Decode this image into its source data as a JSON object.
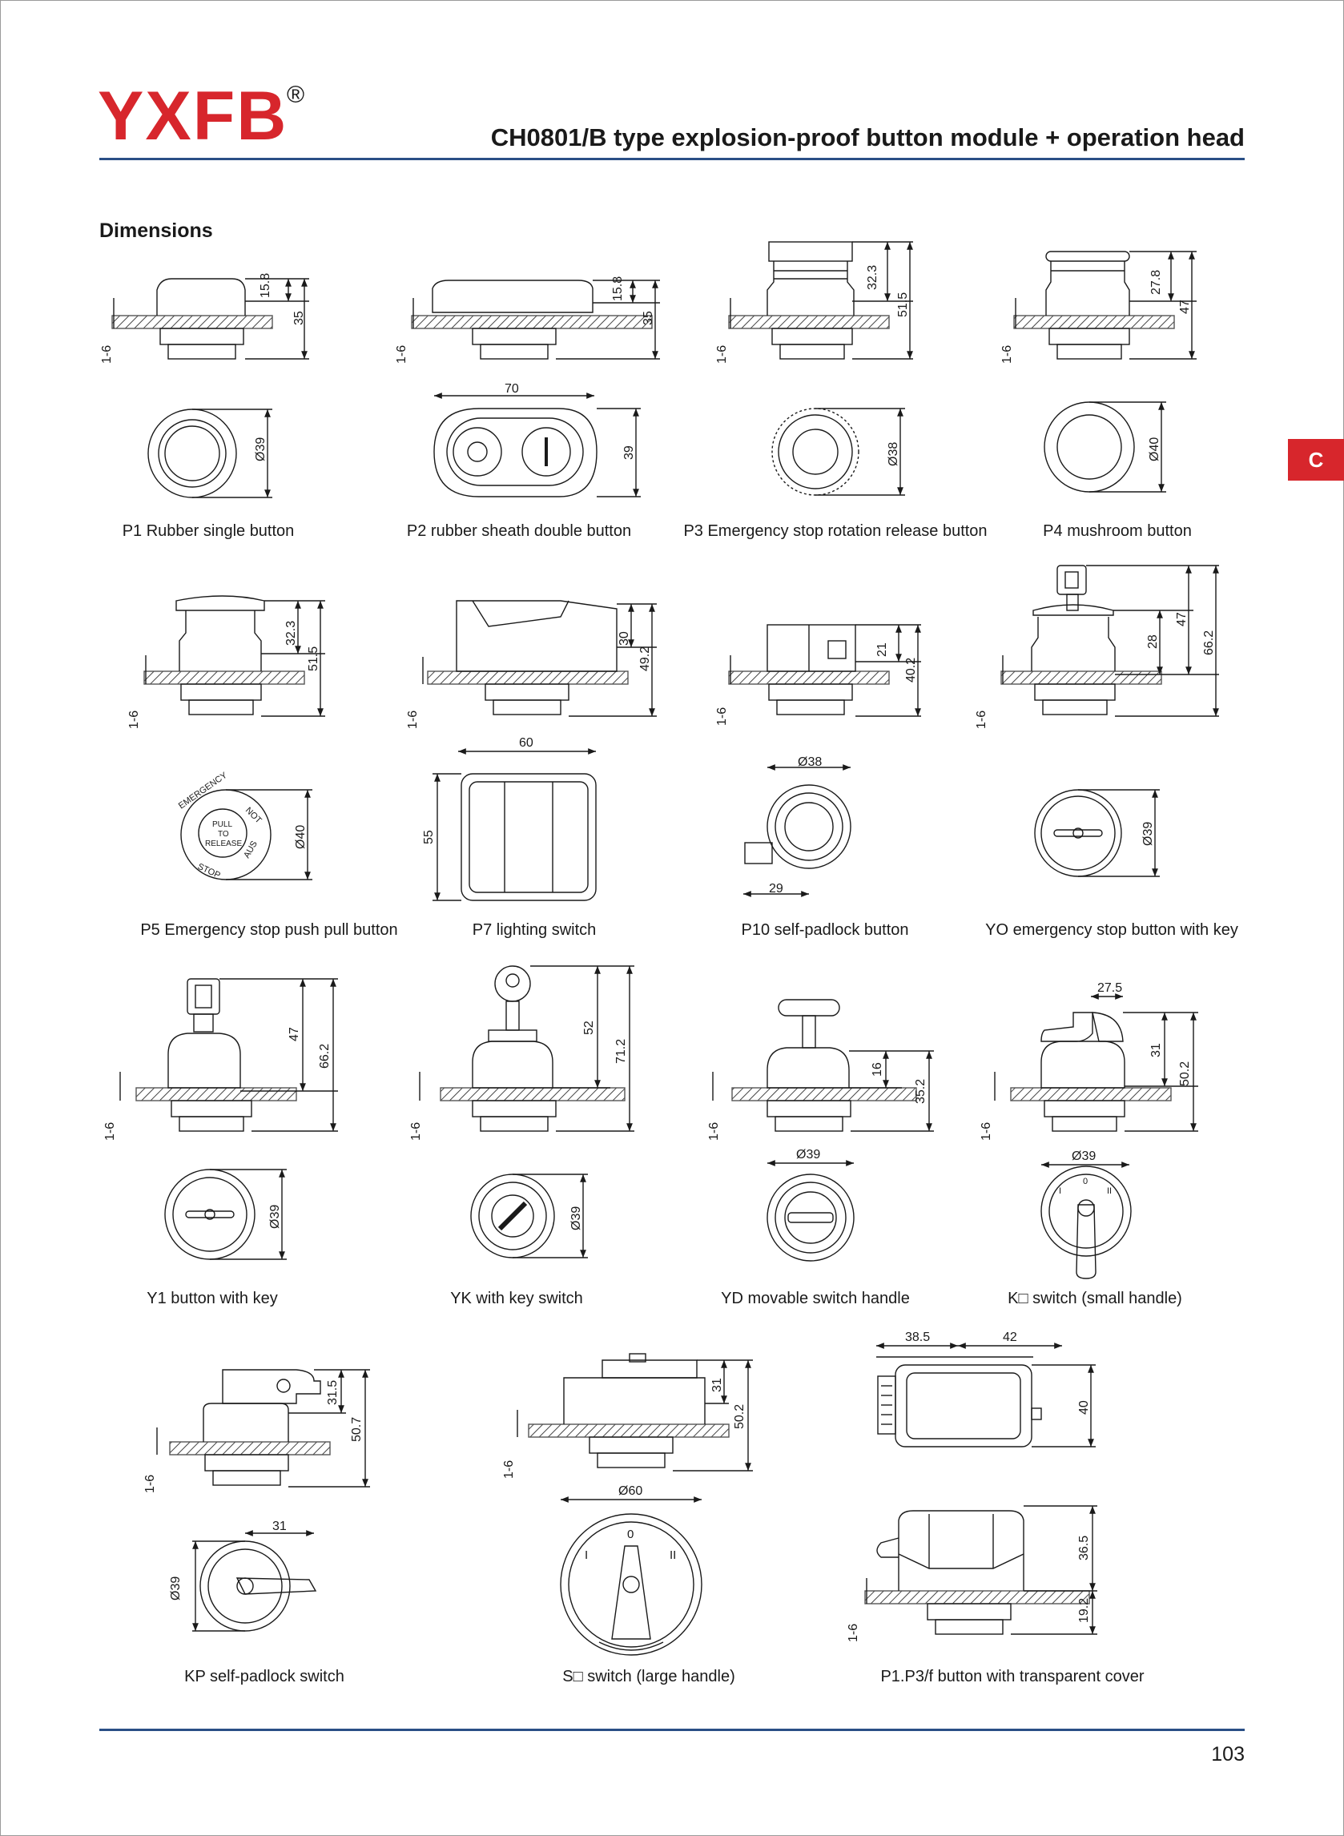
{
  "header": {
    "logo_text": "YXFB",
    "logo_mark": "®",
    "title": "CH0801/B type explosion-proof button module + operation head"
  },
  "section": {
    "heading": "Dimensions"
  },
  "side_tab": {
    "label": "C"
  },
  "captions": {
    "p1": "P1 Rubber single button",
    "p2": "P2 rubber sheath double button",
    "p3": "P3 Emergency stop rotation release button",
    "p4": "P4 mushroom button",
    "p5": "P5 Emergency stop push pull button",
    "p7": "P7 lighting switch",
    "p10": "P10 self-padlock button",
    "yo": "YO emergency stop button with key",
    "y1": "Y1 button with key",
    "yk": "YK with key switch",
    "yd": "YD movable switch handle",
    "k": "K□   switch (small handle)",
    "kp": "KP self-padlock switch",
    "s": "S□   switch (large handle)",
    "p1p3f": "P1.P3/f button with transparent cover"
  },
  "dims": {
    "p1_top": "15.8",
    "p1_h": "35",
    "p1_t": "1-6",
    "p1_d": "Ø39",
    "p2_top": "15.8",
    "p2_h": "35",
    "p2_t": "1-6",
    "p2_w": "70",
    "p2_d": "39",
    "p3_top": "32.3",
    "p3_h": "51.5",
    "p3_t": "1-6",
    "p3_d": "Ø38",
    "p4_top": "27.8",
    "p4_h": "47",
    "p4_t": "1-6",
    "p4_d": "Ø40",
    "p5_top": "32.3",
    "p5_h": "51.5",
    "p5_t": "1-6",
    "p5_d": "Ø40",
    "p7_top": "30",
    "p7_h": "49.2",
    "p7_t": "1-6",
    "p7_w": "60",
    "p7_d": "55",
    "p10_top": "21",
    "p10_h": "40.2",
    "p10_t": "1-6",
    "p10_d": "Ø38",
    "p10_w": "29",
    "yo_a": "28",
    "yo_b": "47",
    "yo_c": "66.2",
    "yo_t": "1-6",
    "yo_d": "Ø39",
    "y1_a": "47",
    "y1_b": "66.2",
    "y1_t": "1-6",
    "y1_d": "Ø39",
    "yk_a": "52",
    "yk_b": "71.2",
    "yk_t": "1-6",
    "yk_d": "Ø39",
    "yd_a": "16",
    "yd_b": "35.2",
    "yd_t": "1-6",
    "yd_d": "Ø39",
    "k_w": "27.5",
    "k_a": "31",
    "k_b": "50.2",
    "k_t": "1-6",
    "k_d": "Ø39",
    "kp_a": "31.5",
    "kp_b": "50.7",
    "kp_t": "1-6",
    "kp_w": "31",
    "kp_d": "Ø39",
    "s_a": "31",
    "s_b": "50.2",
    "s_t": "1-6",
    "s_d": "Ø60",
    "f_w1": "38.5",
    "f_w2": "42",
    "f_h": "40",
    "f_a": "36.5",
    "f_b": "19.2",
    "f_t": "1-6"
  },
  "stamp_text": {
    "pull": "PULL",
    "to": "TO",
    "release": "RELEASE",
    "emergency": "EMERGENCY",
    "stop": "STOP",
    "not": "NOT",
    "aus": "AUS"
  },
  "selector_marks": {
    "zero": "0",
    "one": "I",
    "two": "II"
  },
  "colors": {
    "brand_red": "#d7262c",
    "rule_blue": "#2a4f86",
    "tab_red": "#d7262c",
    "ink": "#1a1a1a"
  },
  "footer": {
    "page_number": "103"
  }
}
